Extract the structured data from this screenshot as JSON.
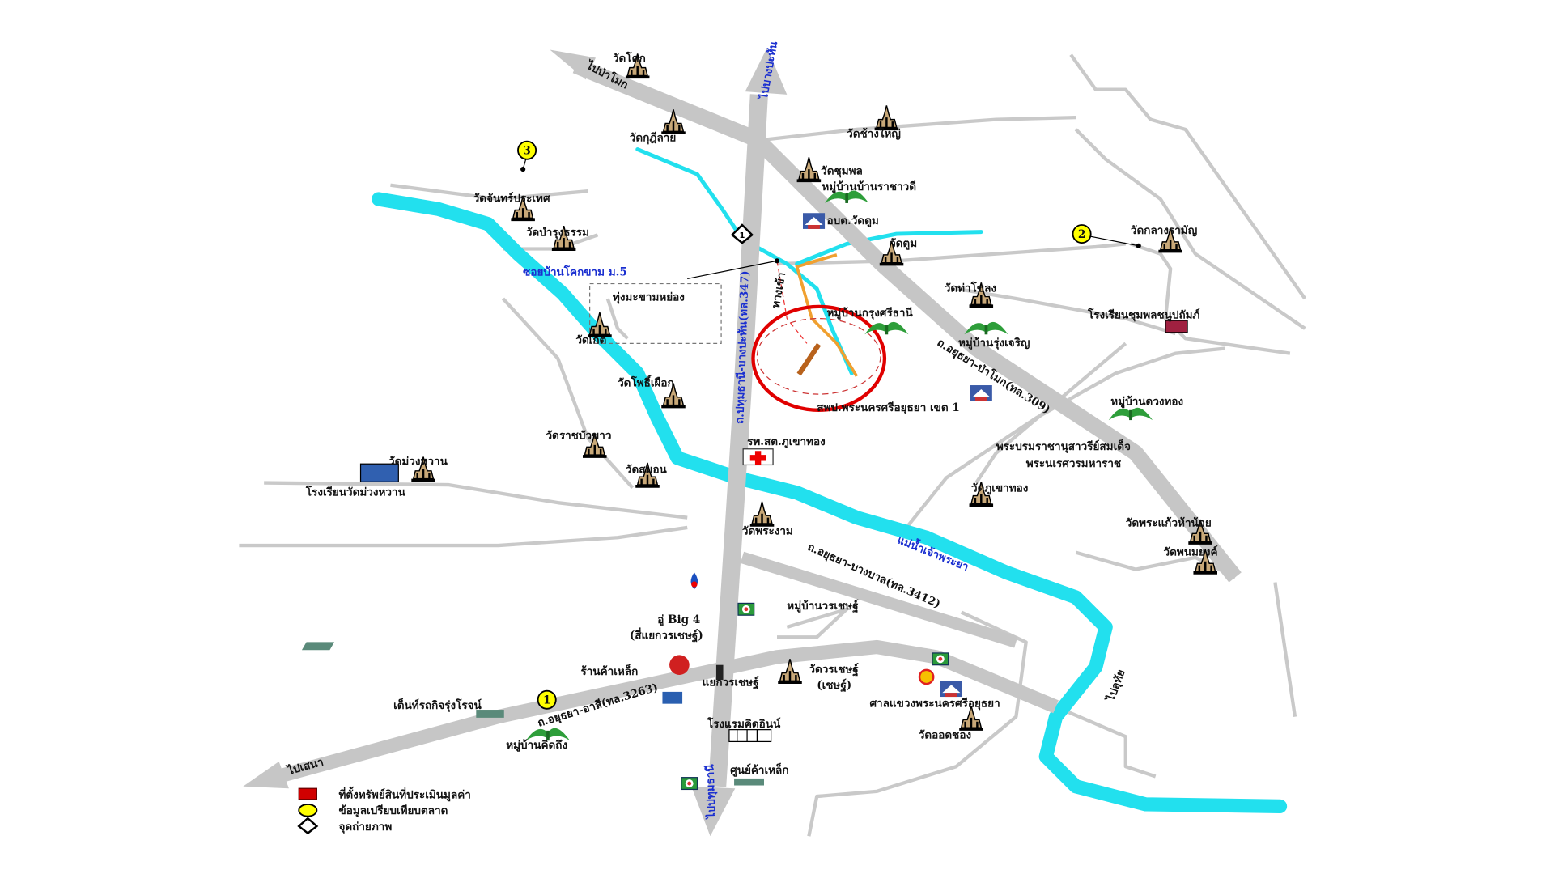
{
  "map": {
    "colors": {
      "road": "#c6c6c6",
      "river": "#22e0ee",
      "subject": "#e00000",
      "marker": "#ffff00",
      "blue_text": "#1a2fd0",
      "tree": "#2e9e3a"
    },
    "directions": {
      "to_pa_mok": "ไปป่าโมก",
      "to_bang_pahan": "ไปบางปะหัน",
      "to_sena": "ไปเสนา",
      "to_pathum": "ไปปทุมธานี",
      "to_uthai": "ไปอุทัย"
    },
    "roads": {
      "r347": "ถ.ปทุมธานี-บางปะหัน(ทล.347)",
      "r309": "ถ.อยุธยา-ป่าโมก(ทล.309)",
      "r3412": "ถ.อยุธยา-บางบาล(ทล.3412)",
      "r3263": "ถ.อยุธยา-อาสี(ทล.3263)",
      "soi": "ซอยบ้านโคกขาม ม.5",
      "river": "แม่น้ำเจ้าพระยา",
      "access": "ทางเข้า"
    },
    "places": {
      "wat_khok": "วัดโคก",
      "wat_kudi_lai": "วัดกุฎีลาย",
      "wat_chang_yai": "วัดช้างใหญ่",
      "wat_chum_phon": "วัดชุมพล",
      "vil_ratchawadee": "หมู่บ้านบ้านราชาวดี",
      "obt": "อบต.วัดตูม",
      "wat_tum": "วัดตูม",
      "wat_chan": "วัดจันทร์ประเทศ",
      "wat_bamrung": "วัดบำรุงธรรม",
      "thung": "ทุ่งมะขามหย่อง",
      "wat_ket": "วัดเกต",
      "wat_pho": "วัดโพธิ์เผือก",
      "wat_ratcha": "วัดราชบัวขาว",
      "wat_muang": "วัดม่วงหวาน",
      "school_muang": "โรงเรียนวัดม่วงหวาน",
      "wat_samon": "วัดสมอน",
      "hospital": "รพ.สต.ภูเขาทอง",
      "wat_phra_ngam": "วัดพระงาม",
      "wat_tha_khlong": "วัดท่าโขลง",
      "vil_krung": "หมู่บ้านกรุงศรีธานี",
      "vil_rung": "หมู่บ้านรุ่งเจริญ",
      "school_chum": "โรงเรียนชุมพลชนูปถัมภ์",
      "wat_klang": "วัดกลางรามัญ",
      "office": "สพป.พระนครศรีอยุธยา เขต 1",
      "vil_duang": "หมู่บ้านดวงทอง",
      "monument_1": "พระบรมราชานุสาวรีย์สมเด็จ",
      "monument_2": "พระนเรศวรมหาราช",
      "wat_phukhao": "วัดภูเขาทอง",
      "wat_phra_kaeo": "วัดพระแก้วห้าน้อย",
      "wat_phanom": "วัดพนมยงค์",
      "vil_worachet": "หมู่บ้านวรเชษฐ์",
      "big4_1": "อู่ Big 4",
      "big4_2": "(สี่แยกวรเชษฐ์)",
      "shop": "ร้านค้าเหล็ก",
      "junction": "แยกวรเชษฐ์",
      "wat_worachet_1": "วัดวรเชษฐ์",
      "wat_worachet_2": "(เชษฐ์)",
      "court": "ศาลแขวงพระนครศรีอยุธยา",
      "wat_ot": "วัดออดชอง",
      "car_tent": "เต็นท์รถกิจรุ่งโรจน์",
      "vil_kit": "หมู่บ้านคิดถึง",
      "hotel": "โรงแรมคิดอินน์",
      "steel": "ศูนย์ค้าเหล็ก"
    },
    "markers": {
      "m1": "1",
      "m2": "2",
      "m3": "3",
      "photo": "1"
    }
  },
  "legend": {
    "subject": "ที่ตั้งทรัพย์สินที่ประเมินมูลค่า",
    "market": "ข้อมูลเปรียบเทียบตลาด",
    "photo": "จุดถ่ายภาพ"
  }
}
